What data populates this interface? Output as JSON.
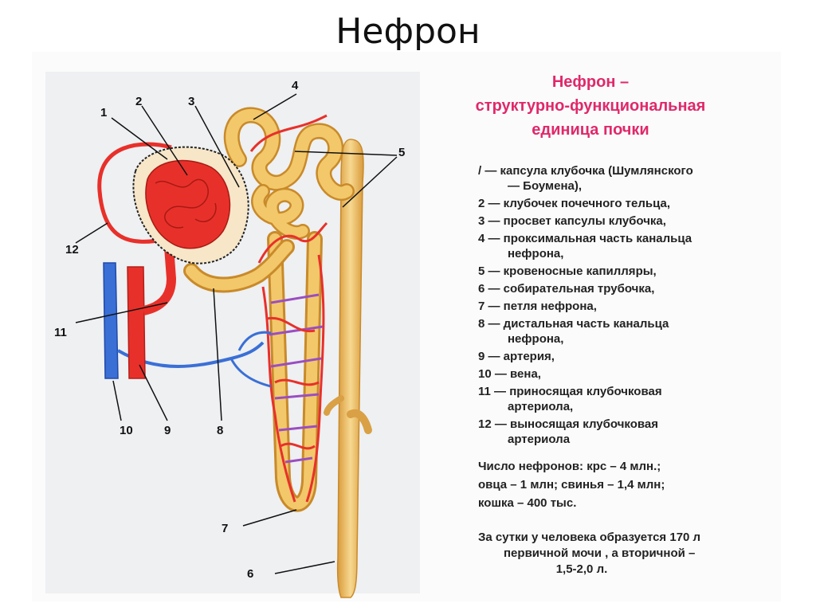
{
  "slide": {
    "title": "Нефрон"
  },
  "heading": {
    "line1": "Нефрон –",
    "line2": "структурно-функциональная",
    "line3": "единица  почки"
  },
  "legend": [
    {
      "text": "/ — капсула клубочка (Шумлянского",
      "cont": "— Боумена),"
    },
    {
      "text": "2 — клубочек почечного тельца,",
      "cont": ""
    },
    {
      "text": "3 — просвет капсулы клубочка,",
      "cont": ""
    },
    {
      "text": "4 — проксимальная часть канальца",
      "cont": "нефрона,"
    },
    {
      "text": "5 — кровеносные капилляры,",
      "cont": ""
    },
    {
      "text": "6 — собирательная трубочка,",
      "cont": ""
    },
    {
      "text": "7 — петля нефрона,",
      "cont": ""
    },
    {
      "text": "8 — дистальная часть канальца",
      "cont": "нефрона,"
    },
    {
      "text": "9 — артерия,",
      "cont": ""
    },
    {
      "text": "10 — вена,",
      "cont": ""
    },
    {
      "text": "11 — приносящая клубочковая",
      "cont": "артериола,"
    },
    {
      "text": "12 — выносящая клубочковая",
      "cont": "артериола"
    }
  ],
  "stats": {
    "line1": "Число нефронов: крс – 4 млн.;",
    "line2": "овца – 1 млн; свинья – 1,4 млн;",
    "line3": "кошка – 400 тыс."
  },
  "note": {
    "line1": "За сутки у человека образуется 170 л",
    "line2": "первичной мочи , а вторичной –",
    "line3": "1,5-2,0 л."
  },
  "diagram": {
    "labels": {
      "n1": "1",
      "n2": "2",
      "n3": "3",
      "n4": "4",
      "n5": "5",
      "n6": "6",
      "n7": "7",
      "n8": "8",
      "n9": "9",
      "n10": "10",
      "n11": "11",
      "n12": "12"
    },
    "colors": {
      "artery": "#e8302a",
      "vein": "#3a6fd6",
      "tubule": "#f0c060",
      "tubule_outline": "#c98a2a",
      "capillary_violet": "#9a4ec0",
      "background": "#eef0f2"
    }
  }
}
